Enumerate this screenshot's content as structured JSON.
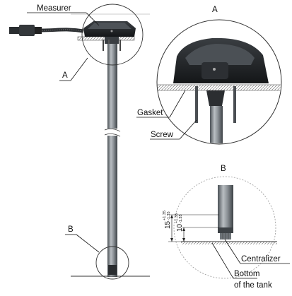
{
  "labels": {
    "measurer": "Measurer",
    "a_main": "A",
    "b_main": "B",
    "a_detail": "A",
    "b_detail": "B",
    "gasket": "Gasket",
    "screw": "Screw",
    "centralizer": "Centralizer",
    "bottom_line1": "Bottom",
    "bottom_line2": "of the tank"
  },
  "dimensions": {
    "d15": "15",
    "d15_tol_upper": "+1.35",
    "d15_tol_lower": "-1.35",
    "d10": "10",
    "d10_tol_upper": "+1.35",
    "d10_tol_lower": "-1.35"
  }
}
